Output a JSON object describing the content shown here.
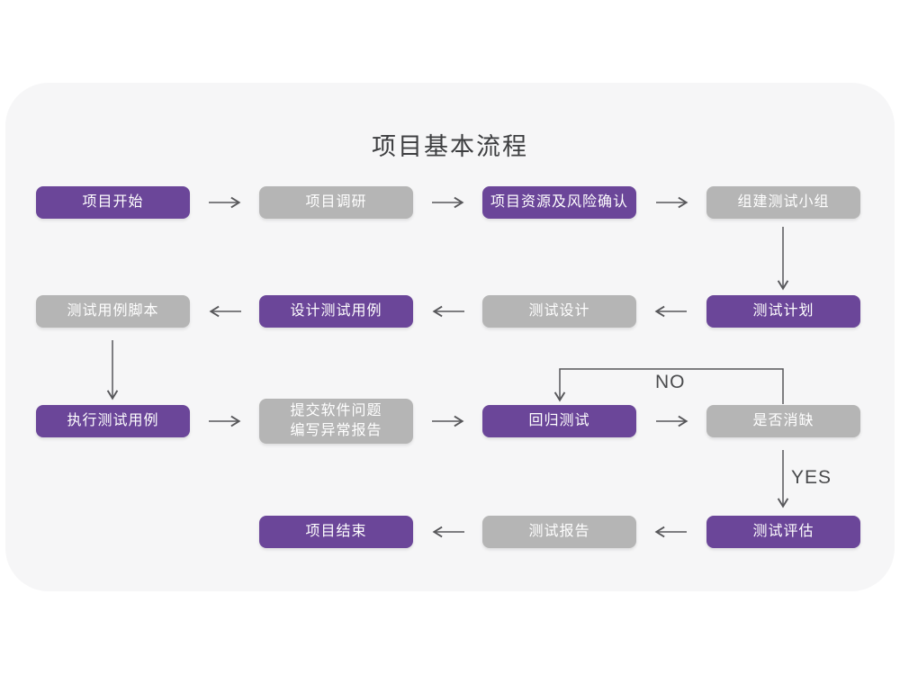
{
  "title": "项目基本流程",
  "colors": {
    "purple": "#6B4699",
    "gray": "#B5B5B5",
    "card_bg": "#F6F6F7",
    "arrow": "#57575A",
    "title_text": "#3D3E40",
    "box_text": "#FFFFFF"
  },
  "branch_labels": {
    "no": "NO",
    "yes": "YES"
  },
  "nodes": {
    "project_start": {
      "label": "项目开始",
      "variant": "purple"
    },
    "project_research": {
      "label": "项目调研",
      "variant": "gray"
    },
    "resource_risk": {
      "label": "项目资源及风险确认",
      "variant": "purple"
    },
    "build_team": {
      "label": "组建测试小组",
      "variant": "gray"
    },
    "test_plan": {
      "label": "测试计划",
      "variant": "purple"
    },
    "test_design": {
      "label": "测试设计",
      "variant": "gray"
    },
    "design_cases": {
      "label": "设计测试用例",
      "variant": "purple"
    },
    "case_script": {
      "label": "测试用例脚本",
      "variant": "gray"
    },
    "execute_cases": {
      "label": "执行测试用例",
      "variant": "purple"
    },
    "submit_issues": {
      "label": "提交软件问题\n编写异常报告",
      "variant": "gray"
    },
    "regression_test": {
      "label": "回归测试",
      "variant": "purple"
    },
    "defect_cleared": {
      "label": "是否消缺",
      "variant": "gray"
    },
    "test_evaluate": {
      "label": "测试评估",
      "variant": "purple"
    },
    "test_report": {
      "label": "测试报告",
      "variant": "gray"
    },
    "project_end": {
      "label": "项目结束",
      "variant": "purple"
    }
  }
}
